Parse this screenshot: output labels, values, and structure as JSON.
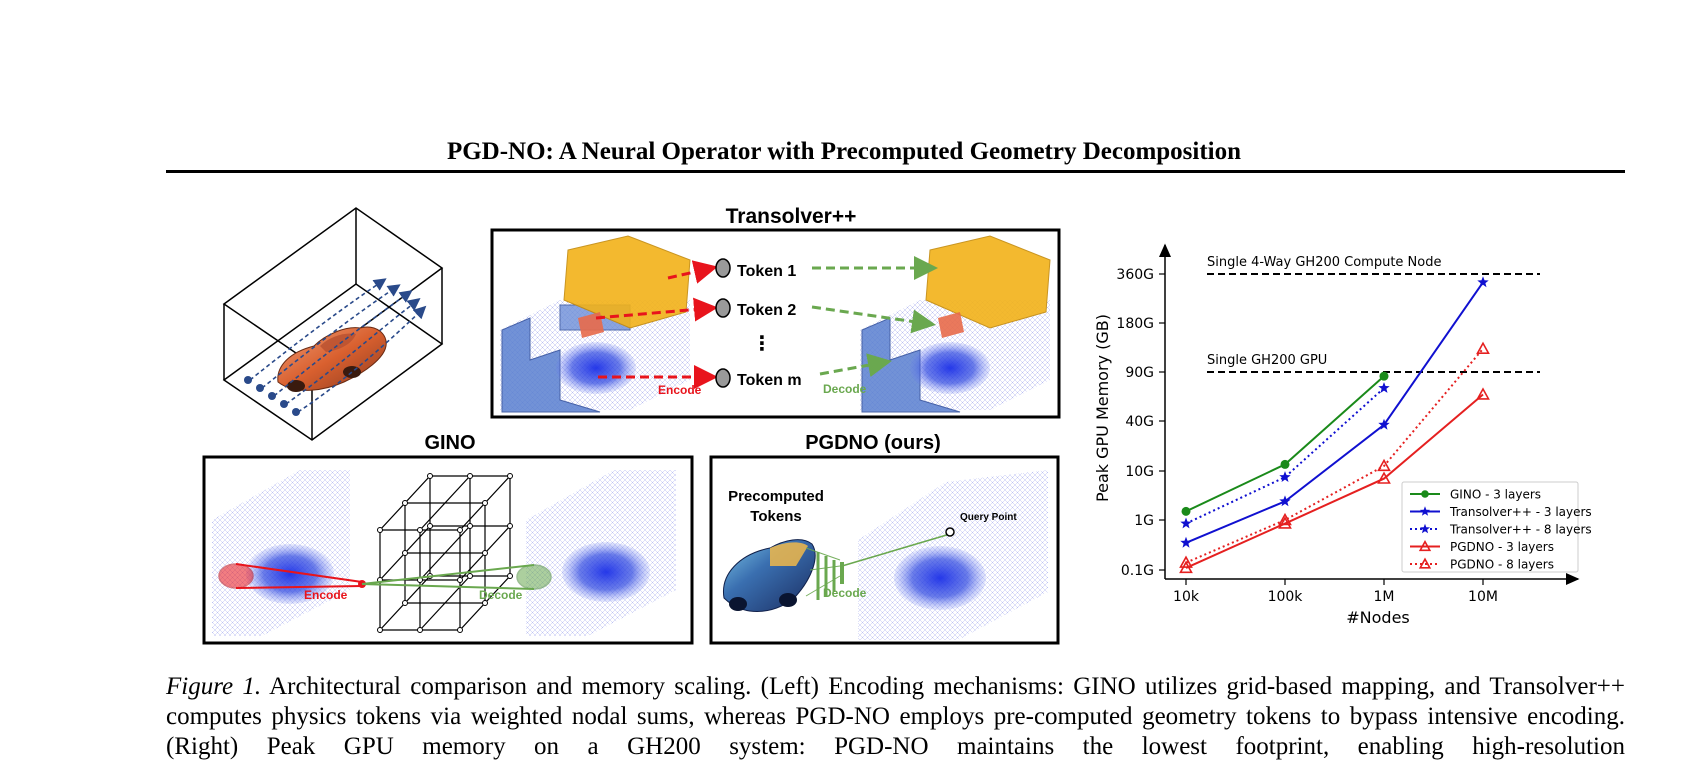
{
  "header": {
    "running_title": "PGD-NO: A Neural Operator with Precomputed Geometry Decomposition"
  },
  "figure": {
    "panels": {
      "transolver": {
        "title": "Transolver++",
        "tokens": [
          "Token 1",
          "Token 2",
          "⋮",
          "Token m"
        ],
        "encode_label": "Encode",
        "decode_label": "Decode"
      },
      "gino": {
        "title": "GINO",
        "encode_label": "Encode",
        "decode_label": "Decode"
      },
      "pgdno": {
        "title": "PGDNO (ours)",
        "precomputed_line1": "Precomputed",
        "precomputed_line2": "Tokens",
        "query_label": "Query Point",
        "decode_label": "Decode"
      }
    },
    "colors": {
      "encode_red": "#e8141c",
      "decode_green": "#6aa84f",
      "mesh_blue": "#3d4fd8",
      "token_orange": "#f2b219",
      "gino_series": "#1a8a1a",
      "transolver_series": "#1010d0",
      "pgdno_series": "#e52020"
    }
  },
  "chart_data": {
    "type": "line",
    "xlabel": "#Nodes",
    "ylabel": "Peak GPU Memory (GB)",
    "x_ticks": [
      "10k",
      "100k",
      "1M",
      "10M"
    ],
    "x_values": [
      10000,
      100000,
      1000000,
      10000000
    ],
    "y_ticks": [
      "0.1G",
      "1G",
      "10G",
      "40G",
      "90G",
      "180G",
      "360G"
    ],
    "y_scale": "log",
    "grid": false,
    "legend_position": "bottom-right",
    "reference_lines": [
      {
        "label": "Single 4-Way GH200 Compute Node",
        "value": 360
      },
      {
        "label": "Single GH200 GPU",
        "value": 90
      }
    ],
    "series": [
      {
        "name": "GINO - 3 layers",
        "color": "#1a8a1a",
        "style": "solid",
        "marker": "circle",
        "x": [
          10000,
          100000,
          1000000
        ],
        "y": [
          1.5,
          12,
          84
        ]
      },
      {
        "name": "Transolver++ - 3 layers",
        "color": "#1010d0",
        "style": "solid",
        "marker": "star",
        "x": [
          10000,
          100000,
          1000000,
          10000000
        ],
        "y": [
          0.35,
          2.4,
          36,
          320
        ]
      },
      {
        "name": "Transolver++ - 8 layers",
        "color": "#1010d0",
        "style": "dotted",
        "marker": "star",
        "x": [
          10000,
          100000,
          1000000
        ],
        "y": [
          0.85,
          7.5,
          69
        ]
      },
      {
        "name": "PGDNO - 3 layers",
        "color": "#e52020",
        "style": "solid",
        "marker": "triangle-open",
        "x": [
          10000,
          100000,
          1000000,
          10000000
        ],
        "y": [
          0.11,
          0.85,
          7,
          62
        ]
      },
      {
        "name": "PGDNO - 8 layers",
        "color": "#e52020",
        "style": "dotted",
        "marker": "triangle-open",
        "x": [
          10000,
          100000,
          1000000,
          10000000
        ],
        "y": [
          0.14,
          1.0,
          11.5,
          125
        ]
      }
    ]
  },
  "caption": {
    "label": "Figure 1.",
    "text": "Architectural comparison and memory scaling.  (Left) Encoding mechanisms:  GINO utilizes grid-based mapping, and Transolver++ computes physics tokens via weighted nodal sums, whereas PGD-NO employs pre-computed geometry tokens to bypass intensive encoding. (Right) Peak GPU memory on a GH200 system: PGD-NO maintains the lowest footprint, enabling high-resolution"
  }
}
